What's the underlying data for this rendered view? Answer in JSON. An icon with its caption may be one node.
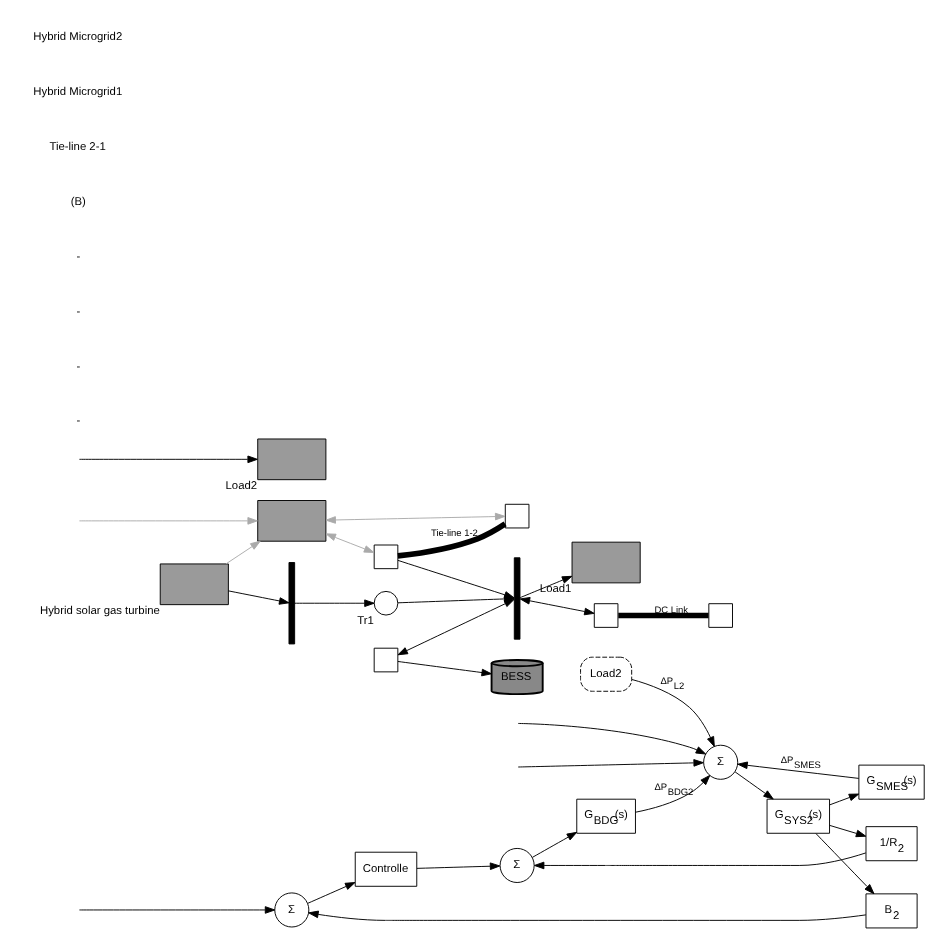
{
  "diagram": {
    "nodes": [
      {
        "text": [
          "Σ"
        ]
      },
      {
        "text": [
          "Controlle"
        ]
      },
      {
        "text": [
          "Σ"
        ]
      },
      {
        "text": [
          "G$_{BDG}$(s)"
        ]
      },
      {
        "text": [
          "Σ"
        ]
      },
      {
        "text": [
          "G$_{SYS2}$(s)"
        ]
      },
      {
        "text": [
          "B$_{2}$"
        ]
      },
      {
        "text": [
          "1/R$_{2}$"
        ]
      },
      {
        "text": [
          "Load2"
        ]
      },
      {
        "text": [
          "G$_{SMES}$(s)"
        ]
      },
      {
        "text": [],
        "shape": "box",
        "beside": [
          "Hybrid solar gas turbine"
        ]
      },
      {
        "text": [
          "BESS"
        ]
      },
      {
        "text": [],
        "shape": "bar"
      },
      {
        "text": [],
        "shape": "circle",
        "beside": [
          "Tr1"
        ]
      },
      {
        "text": [],
        "shape": "box"
      },
      {
        "text": [],
        "shape": "bar"
      },
      {
        "text": [],
        "shape": "box",
        "beside": [
          "Load1"
        ]
      },
      {
        "text": [],
        "shape": "box"
      },
      {
        "text": [],
        "shape": "box"
      },
      {
        "text": [],
        "shape": "box"
      },
      {
        "text": [],
        "shape": "box",
        "beside": [
          "Load2"
        ]
      },
      {
        "text": [],
        "shape": "box"
      },
      {
        "text": [],
        "shape": "box"
      }
    ],
    "edges": [
      {
        "from": null,
        "to": 0,
        "arrow": "to"
      },
      {
        "from": 0,
        "to": 1,
        "arrow": "to"
      },
      {
        "from": 1,
        "to": 2,
        "arrow": "to"
      },
      {
        "from": 2,
        "to": 3,
        "arrow": "to"
      },
      {
        "from": 3,
        "to": 4,
        "arrow": "to",
        "label": "ΔP$_{BDG2}$"
      },
      {
        "from": null,
        "to": 4,
        "arrow": "to"
      },
      {
        "from": null,
        "to": 4,
        "arrow": "to"
      },
      {
        "from": 8,
        "to": 4,
        "arrow": "to",
        "label": "ΔP$_{L2}$"
      },
      {
        "from": 9,
        "to": 4,
        "arrow": "to",
        "label": "ΔP$_{SMES}$"
      },
      {
        "from": 4,
        "to": 5,
        "arrow": "to"
      },
      {
        "from": 5,
        "to": 9,
        "arrow": "to"
      },
      {
        "from": 5,
        "to": 6,
        "arrow": "to"
      },
      {
        "from": 5,
        "to": 7,
        "arrow": "to"
      },
      {
        "from": 6,
        "to": 0,
        "arrow": "to"
      },
      {
        "from": 7,
        "to": 2,
        "arrow": "to"
      },
      {
        "from": 10,
        "to": 12,
        "arrow": "to"
      },
      {
        "from": 14,
        "to": 11,
        "arrow": "to"
      },
      {
        "from": 12,
        "to": 13,
        "arrow": "to"
      },
      {
        "from": 13,
        "to": 15,
        "arrow": "to"
      },
      {
        "from": 14,
        "to": 15,
        "arrow": "both"
      },
      {
        "from": 15,
        "to": 16,
        "arrow": "to"
      },
      {
        "from": 17,
        "to": 15,
        "arrow": "to"
      },
      {
        "from": 15,
        "to": 18,
        "arrow": "both"
      },
      {
        "from": 18,
        "to": 19,
        "arrow": "none",
        "label": "DC Link",
        "style": "thick"
      },
      {
        "from": 17,
        "to": 21,
        "arrow": "none",
        "label": "Tie-line 1-2",
        "style": "thick"
      },
      {
        "from": null,
        "to": 20,
        "arrow": "to"
      },
      {
        "from": 10,
        "to": 22,
        "arrow": "to",
        "color": "#aaaaaa"
      },
      {
        "from": 22,
        "to": 17,
        "arrow": "both",
        "color": "#aaaaaa"
      },
      {
        "from": 22,
        "to": 21,
        "arrow": "both",
        "color": "#aaaaaa"
      },
      {
        "from": null,
        "to": 22,
        "arrow": "to",
        "color": "#aaaaaa"
      }
    ],
    "labels": [
      "-",
      "-",
      "-",
      "-",
      "(B)",
      "Tie-line 2-1",
      "Hybrid Microgrid1",
      "Hybrid Microgrid2"
    ]
  }
}
